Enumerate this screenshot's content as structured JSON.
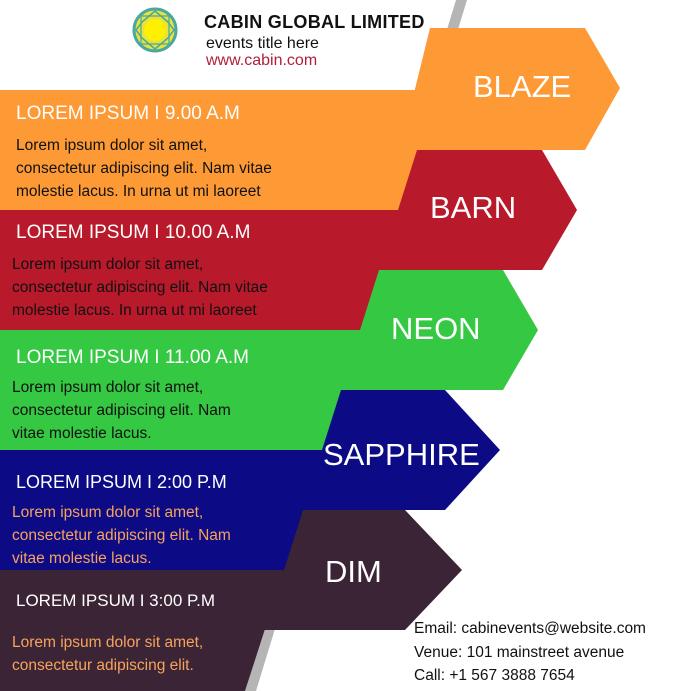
{
  "header": {
    "company": "CABIN GLOBAL LIMITED",
    "event_title": "events title here",
    "website": "www.cabin.com",
    "logo_icon": "diamond-star-logo"
  },
  "colors": {
    "orange": "#fd9a35",
    "red": "#b8192b",
    "green": "#35c843",
    "blue": "#0c0b85",
    "dim": "#3a2436",
    "accent_text": "#f7a35c"
  },
  "schedule": [
    {
      "heading": "LOREM IPSUM  I  9.00 A.M",
      "lines": [
        "Lorem ipsum dolor sit amet,",
        "consectetur adipiscing elit. Nam vitae",
        "molestie lacus. In urna ut mi laoreet"
      ],
      "tag": "BLAZE"
    },
    {
      "heading": "LOREM IPSUM  I  10.00 A.M",
      "lines": [
        "Lorem ipsum dolor sit amet,",
        "consectetur adipiscing elit. Nam vitae",
        "molestie lacus. In urna ut mi laoreet"
      ],
      "tag": "BARN"
    },
    {
      "heading": "LOREM IPSUM  I  11.00 A.M",
      "lines": [
        "Lorem ipsum dolor sit amet,",
        "consectetur adipiscing elit. Nam",
        "vitae molestie lacus."
      ],
      "tag": "NEON"
    },
    {
      "heading": "LOREM IPSUM  I  2:00 P.M",
      "lines": [
        "Lorem ipsum dolor sit amet,",
        "consectetur adipiscing elit. Nam",
        "vitae molestie lacus."
      ],
      "tag": "SAPPHIRE"
    },
    {
      "heading": "LOREM IPSUM  I  3:00 P.M",
      "lines": [
        "Lorem ipsum dolor sit amet,",
        "consectetur adipiscing elit."
      ],
      "tag": "DIM"
    }
  ],
  "contact": {
    "email": "Email: cabinevents@website.com",
    "venue": "Venue: 101 mainstreet avenue",
    "call": "Call: +1 567 3888 7654"
  }
}
